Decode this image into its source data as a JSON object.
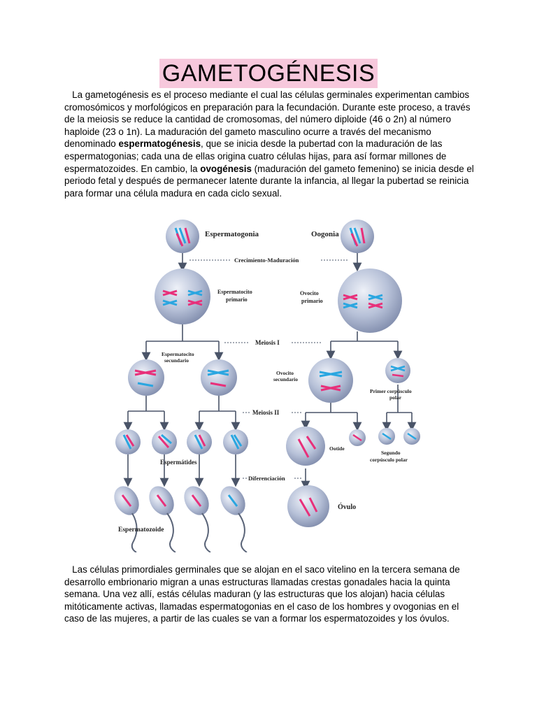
{
  "title": "GAMETOGÉNESIS",
  "paragraph1": {
    "t1": "La gametogénesis es el proceso mediante el cual las células germinales experimentan cambios cromosómicos y morfológicos en preparación para la fecundación. Durante este proceso, a través de la meiosis se reduce la cantidad de cromosomas, del número diploide (46 o 2n) al número haploide (23 o 1n). La maduración del gameto masculino ocurre a través del mecanismo denominado ",
    "b1": "espermatogénesis",
    "t2": ", que se inicia desde la pubertad con la maduración de las espermatogonias; cada una de ellas origina cuatro células hijas, para así formar millones de espermatozoides. En cambio, la ",
    "b2": "ovogénesis",
    "t3": " (maduración del gameto femenino) se inicia desde el periodo fetal y después de permanecer latente durante la infancia, al llegar la pubertad se reinicia para formar una célula madura en cada ciclo sexual."
  },
  "diagram": {
    "espermatogonia": "Espermatogonia",
    "oogonia": "Oogonia",
    "crecimiento": "Crecimiento-Maduración",
    "espermatocito_primario_1": "Espermatocito",
    "espermatocito_primario_2": "primario",
    "ovocito_primario_1": "Ovocito",
    "ovocito_primario_2": "primario",
    "meiosis1": "Meiosis I",
    "espermatocito_secundario_1": "Espermatocito",
    "espermatocito_secundario_2": "secundario",
    "ovocito_secundario_1": "Ovocito",
    "ovocito_secundario_2": "secundario",
    "primer_corpusculo_1": "Primer corpúsculo",
    "primer_corpusculo_2": "polar",
    "meiosis2": "Meiosis II",
    "ootide": "Ootide",
    "segundo_corpusculo_1": "Segundo",
    "segundo_corpusculo_2": "corpúsculo polar",
    "espermatides": "Espermátides",
    "diferenciacion": "Diferenciación",
    "ovulo": "Óvulo",
    "espermatozoide": "Espermatozoide"
  },
  "paragraph2": "Las células primordiales germinales que se alojan en el saco vitelino en la tercera semana de desarrollo embrionario migran a unas estructuras llamadas crestas gonadales hacia la quinta semana. Una vez allí, estás células maduran (y las estructuras que los alojan) hacia células mitóticamente activas, llamadas espermatogonias en el caso de los hombres y ovogonias en el caso de las mujeres, a partir de las cuales se van a formar los espermatozoides y los óvulos.",
  "colors": {
    "title_highlight": "#f7c8dc",
    "chromosome_pink": "#e8307a",
    "chromosome_blue": "#2aa6e0",
    "cell": "#9aa8c4"
  }
}
